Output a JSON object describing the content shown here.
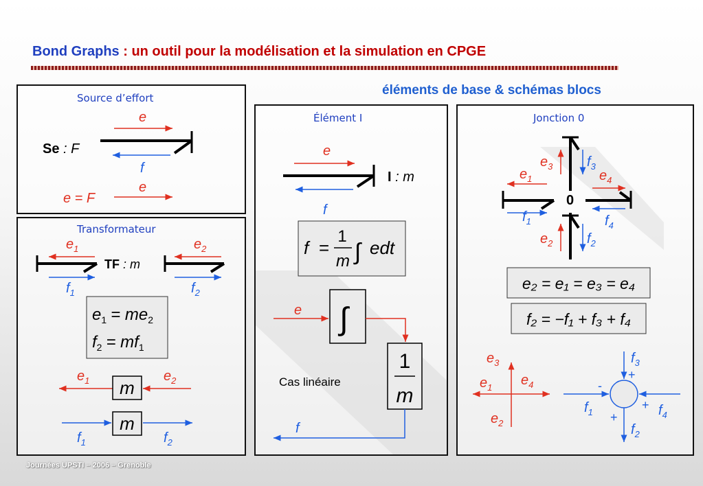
{
  "title": {
    "blue": "Bond Graphs",
    "rest": " : un outil pour la modélisation et la simulation en CPGE"
  },
  "subtitle": "éléments de base & schémas blocs",
  "footer": "Journées UPSTI – 2006 – Grenoble",
  "colors": {
    "effort": "#e03020",
    "flow": "#1f5fe0",
    "title_red": "#c00000",
    "title_blue": "#1f3fbf"
  },
  "source_effort": {
    "title": "Source d’effort",
    "se_bold": "Se",
    "se_rest": " : F",
    "e": "e",
    "f": "f",
    "eq_label": "e = F",
    "e2": "e"
  },
  "transformateur": {
    "title": "Transformateur",
    "e": "e",
    "f": "f",
    "sub1": "1",
    "sub2": "2",
    "tf_bold": "TF",
    "tf_rest": " : m",
    "eq1_lhs": "e",
    "eq1_rhs": "= me",
    "eq2_lhs": "f",
    "eq2_rhs": "= mf",
    "block_m": "m"
  },
  "element_i": {
    "title": "Élément I",
    "e": "e",
    "f": "f",
    "i_bold": "I",
    "i_rest": " : m",
    "formula_f": "f",
    "formula_eq": "=",
    "formula_num": "1",
    "formula_den": "m",
    "formula_int": "∫",
    "formula_edt": "edt",
    "block_int": "∫",
    "block_num": "1",
    "block_den": "m",
    "cas_lineaire": "Cas linéaire"
  },
  "jonction_0": {
    "title": "Jonction 0",
    "zero": "0",
    "e": "e",
    "f": "f",
    "s1": "1",
    "s2": "2",
    "s3": "3",
    "s4": "4",
    "eq_e": "e₂ = e₁ = e₃ = e₄",
    "eq_f": "f₂ = −f₁ + f₃ + f₄",
    "minus": "-",
    "plus": "+"
  }
}
